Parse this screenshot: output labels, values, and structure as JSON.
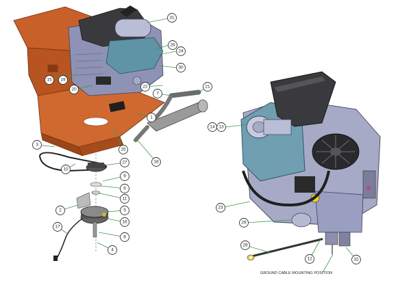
{
  "diagram": {
    "caption": "GROUND CABLE MOUNTING POSITION",
    "callouts": [
      {
        "id": "31",
        "label": "31"
      },
      {
        "id": "26",
        "label": "26"
      },
      {
        "id": "24",
        "label": "24"
      },
      {
        "id": "30",
        "label": "30"
      },
      {
        "id": "15",
        "label": "15"
      },
      {
        "id": "19",
        "label": "19"
      },
      {
        "id": "20",
        "label": "20"
      },
      {
        "id": "22",
        "label": "22"
      },
      {
        "id": "7",
        "label": "7"
      },
      {
        "id": "21",
        "label": "21"
      },
      {
        "id": "1",
        "label": "1"
      },
      {
        "id": "3",
        "label": "3"
      },
      {
        "id": "25",
        "label": "25"
      },
      {
        "id": "18",
        "label": "18"
      },
      {
        "id": "10",
        "label": "10"
      },
      {
        "id": "27",
        "label": "27"
      },
      {
        "id": "9",
        "label": "9"
      },
      {
        "id": "6",
        "label": "6"
      },
      {
        "id": "11",
        "label": "11"
      },
      {
        "id": "5",
        "label": "5"
      },
      {
        "id": "2",
        "label": "2"
      },
      {
        "id": "16",
        "label": "16"
      },
      {
        "id": "17",
        "label": "17"
      },
      {
        "id": "8",
        "label": "8"
      },
      {
        "id": "4",
        "label": "4"
      },
      {
        "id": "14",
        "label": "14"
      },
      {
        "id": "13",
        "label": "13"
      },
      {
        "id": "23",
        "label": "23"
      },
      {
        "id": "29",
        "label": "29"
      },
      {
        "id": "28",
        "label": "28"
      },
      {
        "id": "12",
        "label": "12"
      },
      {
        "id": "32",
        "label": "32"
      }
    ],
    "colors": {
      "frame": "#c8602a",
      "engine": "#8e93b5",
      "shroud": "#5f93a6",
      "cover": "#3a3a3e",
      "leader": "#3a9a4a"
    }
  }
}
